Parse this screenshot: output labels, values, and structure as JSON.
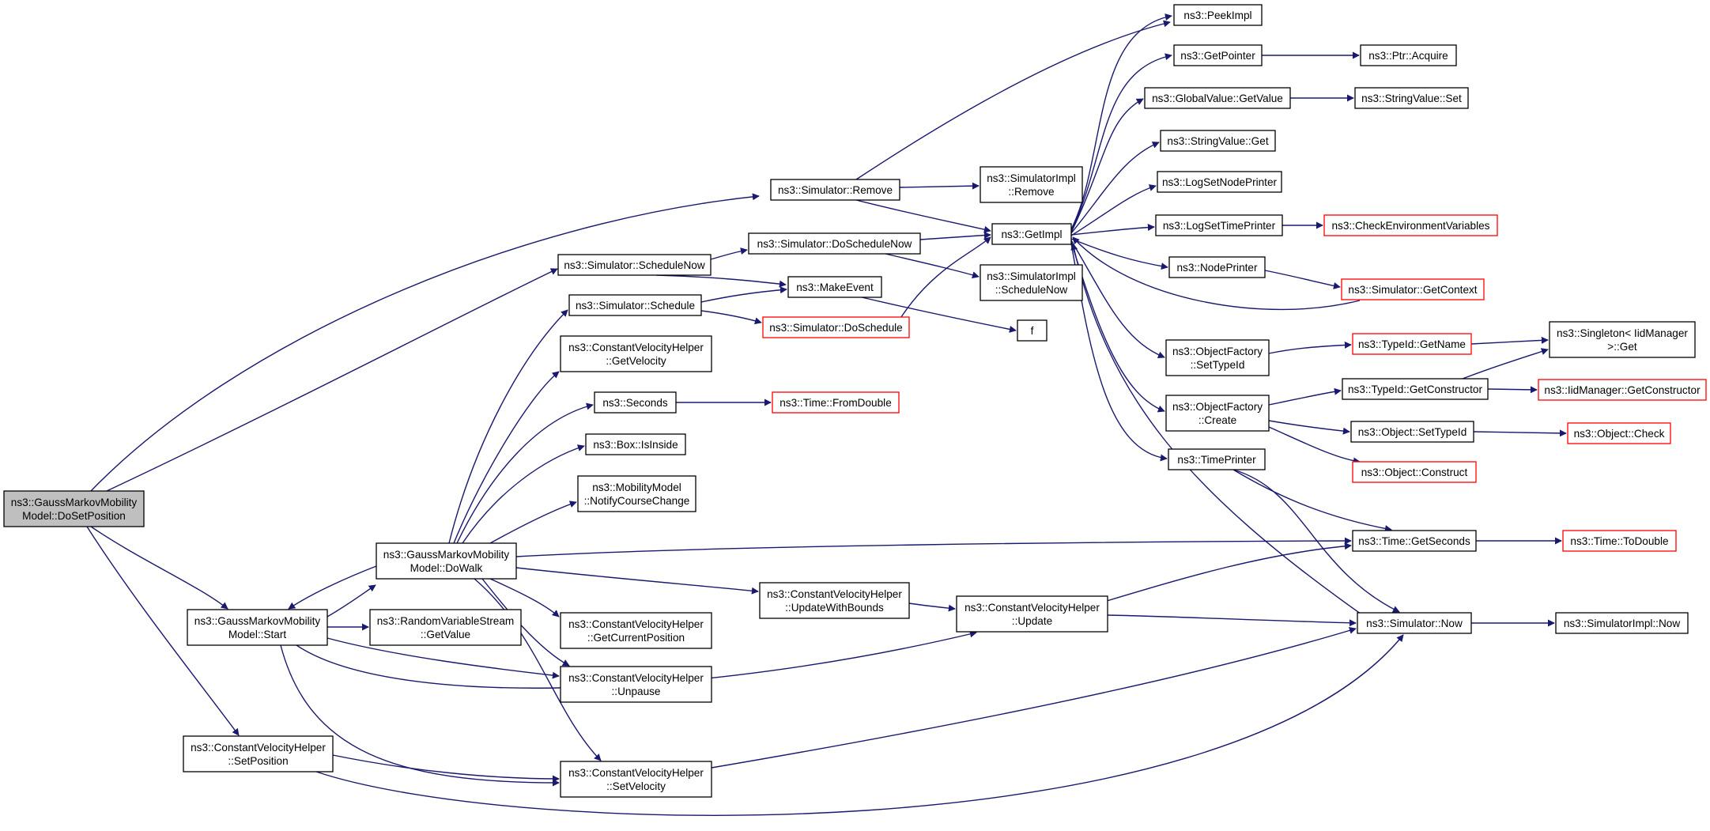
{
  "graph": {
    "colors": {
      "edge": "#191970",
      "truncated_border": "#ff0000",
      "root_fill": "#bfbfbf",
      "node_border": "#000000"
    },
    "nodes": [
      {
        "id": "n0",
        "lines": [
          "ns3::GaussMarkovMobility",
          "Model::DoSetPosition"
        ],
        "style": "root"
      },
      {
        "id": "n1",
        "lines": [
          "ns3::Simulator::Remove"
        ]
      },
      {
        "id": "n2",
        "lines": [
          "ns3::Simulator::ScheduleNow"
        ]
      },
      {
        "id": "n3",
        "lines": [
          "ns3::GaussMarkovMobility",
          "Model::Start"
        ]
      },
      {
        "id": "n4",
        "lines": [
          "ns3::ConstantVelocityHelper",
          "::SetPosition"
        ]
      },
      {
        "id": "n5",
        "lines": [
          "ns3::PeekImpl"
        ]
      },
      {
        "id": "n6",
        "lines": [
          "ns3::GetPointer"
        ]
      },
      {
        "id": "n7",
        "lines": [
          "ns3::Ptr::Acquire"
        ]
      },
      {
        "id": "n8",
        "lines": [
          "ns3::GlobalValue::GetValue"
        ]
      },
      {
        "id": "n9",
        "lines": [
          "ns3::StringValue::Set"
        ]
      },
      {
        "id": "n10",
        "lines": [
          "ns3::StringValue::Get"
        ]
      },
      {
        "id": "n11",
        "lines": [
          "ns3::LogSetNodePrinter"
        ]
      },
      {
        "id": "n12",
        "lines": [
          "ns3::SimulatorImpl",
          "::Remove"
        ]
      },
      {
        "id": "n13",
        "lines": [
          "ns3::LogSetTimePrinter"
        ]
      },
      {
        "id": "n14",
        "lines": [
          "ns3::CheckEnvironmentVariables"
        ],
        "style": "trunc"
      },
      {
        "id": "n15",
        "lines": [
          "ns3::GetImpl"
        ]
      },
      {
        "id": "n16",
        "lines": [
          "ns3::Simulator::DoScheduleNow"
        ]
      },
      {
        "id": "n17",
        "lines": [
          "ns3::NodePrinter"
        ]
      },
      {
        "id": "n18",
        "lines": [
          "ns3::SimulatorImpl",
          "::ScheduleNow"
        ]
      },
      {
        "id": "n19",
        "lines": [
          "ns3::MakeEvent"
        ]
      },
      {
        "id": "n20",
        "lines": [
          "ns3::Simulator::GetContext"
        ],
        "style": "trunc"
      },
      {
        "id": "n21",
        "lines": [
          "ns3::Simulator::Schedule"
        ]
      },
      {
        "id": "n22",
        "lines": [
          "ns3::Simulator::DoSchedule"
        ],
        "style": "trunc"
      },
      {
        "id": "n23",
        "lines": [
          "f"
        ]
      },
      {
        "id": "n24",
        "lines": [
          "ns3::ConstantVelocityHelper",
          "::GetVelocity"
        ]
      },
      {
        "id": "n25",
        "lines": [
          "ns3::ObjectFactory",
          "::SetTypeId"
        ]
      },
      {
        "id": "n26",
        "lines": [
          "ns3::TypeId::GetName"
        ],
        "style": "trunc"
      },
      {
        "id": "n27",
        "lines": [
          "ns3::Singleton< IidManager",
          ">::Get"
        ]
      },
      {
        "id": "n28",
        "lines": [
          "ns3::TypeId::GetConstructor"
        ]
      },
      {
        "id": "n29",
        "lines": [
          "ns3::IidManager::GetConstructor"
        ],
        "style": "trunc"
      },
      {
        "id": "n30",
        "lines": [
          "ns3::Seconds"
        ]
      },
      {
        "id": "n31",
        "lines": [
          "ns3::Time::FromDouble"
        ],
        "style": "trunc"
      },
      {
        "id": "n32",
        "lines": [
          "ns3::ObjectFactory",
          "::Create"
        ]
      },
      {
        "id": "n33",
        "lines": [
          "ns3::Object::SetTypeId"
        ]
      },
      {
        "id": "n34",
        "lines": [
          "ns3::Object::Check"
        ],
        "style": "trunc"
      },
      {
        "id": "n35",
        "lines": [
          "ns3::Box::IsInside"
        ]
      },
      {
        "id": "n36",
        "lines": [
          "ns3::TimePrinter"
        ]
      },
      {
        "id": "n37",
        "lines": [
          "ns3::Object::Construct"
        ],
        "style": "trunc"
      },
      {
        "id": "n38",
        "lines": [
          "ns3::MobilityModel",
          "::NotifyCourseChange"
        ]
      },
      {
        "id": "n39",
        "lines": [
          "ns3::GaussMarkovMobility",
          "Model::DoWalk"
        ]
      },
      {
        "id": "n40",
        "lines": [
          "ns3::Time::GetSeconds"
        ]
      },
      {
        "id": "n41",
        "lines": [
          "ns3::Time::ToDouble"
        ],
        "style": "trunc"
      },
      {
        "id": "n42",
        "lines": [
          "ns3::ConstantVelocityHelper",
          "::UpdateWithBounds"
        ]
      },
      {
        "id": "n43",
        "lines": [
          "ns3::ConstantVelocityHelper",
          "::Update"
        ]
      },
      {
        "id": "n44",
        "lines": [
          "ns3::RandomVariableStream",
          "::GetValue"
        ]
      },
      {
        "id": "n45",
        "lines": [
          "ns3::Simulator::Now"
        ]
      },
      {
        "id": "n46",
        "lines": [
          "ns3::SimulatorImpl::Now"
        ]
      },
      {
        "id": "n47",
        "lines": [
          "ns3::ConstantVelocityHelper",
          "::GetCurrentPosition"
        ]
      },
      {
        "id": "n48",
        "lines": [
          "ns3::ConstantVelocityHelper",
          "::Unpause"
        ]
      },
      {
        "id": "n49",
        "lines": [
          "ns3::ConstantVelocityHelper",
          "::SetVelocity"
        ]
      }
    ]
  }
}
